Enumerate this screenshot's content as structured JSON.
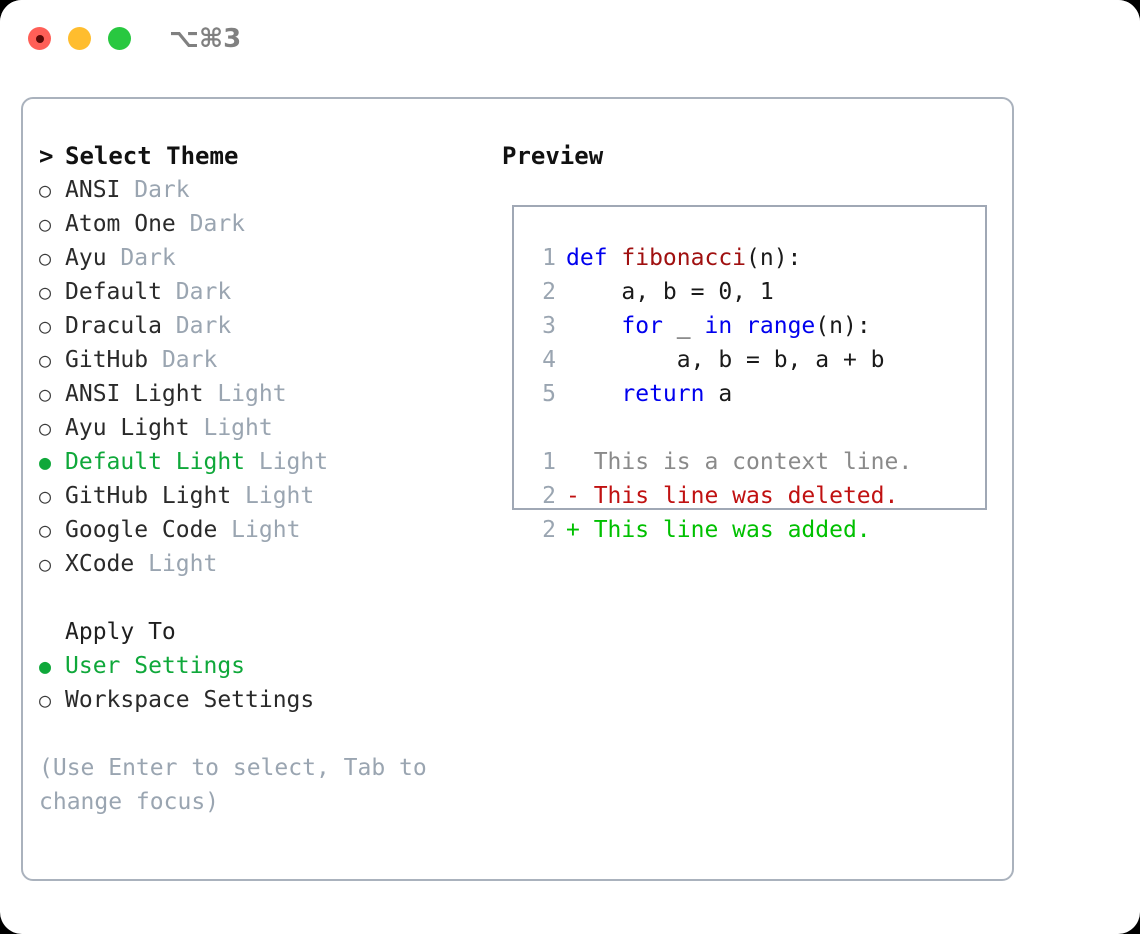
{
  "window": {
    "shortcut_label": "⌥⌘3",
    "traffic_lights": [
      "close",
      "minimize",
      "zoom"
    ],
    "colors": {
      "close": "#ff5f57",
      "minimize": "#ffbd2e",
      "zoom": "#28c840",
      "panel_border": "#aab2bd",
      "code_border": "#a0a8b5",
      "accent_green": "#0fa83a",
      "muted": "#9aa5b1"
    }
  },
  "theme_list": {
    "header": "Select Theme",
    "caret": ">",
    "bullet_off": "○",
    "bullet_on": "●",
    "items": [
      {
        "name": "ANSI",
        "kind": "Dark",
        "selected": false
      },
      {
        "name": "Atom One",
        "kind": "Dark",
        "selected": false
      },
      {
        "name": "Ayu",
        "kind": "Dark",
        "selected": false
      },
      {
        "name": "Default",
        "kind": "Dark",
        "selected": false
      },
      {
        "name": "Dracula",
        "kind": "Dark",
        "selected": false
      },
      {
        "name": "GitHub",
        "kind": "Dark",
        "selected": false
      },
      {
        "name": "ANSI Light",
        "kind": "Light",
        "selected": false
      },
      {
        "name": "Ayu Light",
        "kind": "Light",
        "selected": false
      },
      {
        "name": "Default Light",
        "kind": "Light",
        "selected": true
      },
      {
        "name": "GitHub Light",
        "kind": "Light",
        "selected": false
      },
      {
        "name": "Google Code",
        "kind": "Light",
        "selected": false
      },
      {
        "name": "XCode",
        "kind": "Light",
        "selected": false
      }
    ]
  },
  "apply_to": {
    "label": "Apply To",
    "options": [
      {
        "name": "User Settings",
        "selected": true
      },
      {
        "name": "Workspace Settings",
        "selected": false
      }
    ]
  },
  "hint": "(Use Enter to select, Tab to change focus)",
  "preview": {
    "title": "Preview",
    "code_lines": [
      {
        "num": "1",
        "tokens": [
          {
            "t": "def ",
            "c": "kw"
          },
          {
            "t": "fibonacci",
            "c": "fn"
          },
          {
            "t": "(n):",
            "c": "plain"
          }
        ]
      },
      {
        "num": "2",
        "tokens": [
          {
            "t": "    a, b = 0, 1",
            "c": "plain"
          }
        ]
      },
      {
        "num": "3",
        "tokens": [
          {
            "t": "    ",
            "c": "plain"
          },
          {
            "t": "for",
            "c": "kw"
          },
          {
            "t": " _ ",
            "c": "plain"
          },
          {
            "t": "in",
            "c": "kw"
          },
          {
            "t": " ",
            "c": "plain"
          },
          {
            "t": "range",
            "c": "kw"
          },
          {
            "t": "(n):",
            "c": "plain"
          }
        ]
      },
      {
        "num": "4",
        "tokens": [
          {
            "t": "        a, b = b, a + b",
            "c": "plain"
          }
        ]
      },
      {
        "num": "5",
        "tokens": [
          {
            "t": "    ",
            "c": "plain"
          },
          {
            "t": "return",
            "c": "kw"
          },
          {
            "t": " a",
            "c": "plain"
          }
        ]
      }
    ],
    "diff_lines": [
      {
        "num": "1",
        "marker": " ",
        "text": " This is a context line.",
        "kind": "ctx"
      },
      {
        "num": "2",
        "marker": "-",
        "text": " This line was deleted.",
        "kind": "del"
      },
      {
        "num": "2",
        "marker": "+",
        "text": " This line was added.",
        "kind": "add"
      }
    ]
  }
}
